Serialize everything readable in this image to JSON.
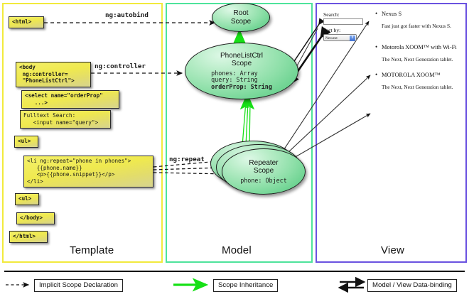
{
  "panels": [
    {
      "key": "template",
      "label": "Template",
      "border_color": "#f2ea3c"
    },
    {
      "key": "model",
      "label": "Model",
      "border_color": "#4ee39b"
    },
    {
      "key": "view",
      "label": "View",
      "border_color": "#6a52e0"
    }
  ],
  "template": {
    "boxes": [
      {
        "id": "html-open",
        "text": "<html>"
      },
      {
        "id": "body-open",
        "text": "<body\n ng:controller=\n \"PhoneListCtrl\">"
      },
      {
        "id": "select",
        "text": "<select name=\"orderProp\"\n   ...>"
      },
      {
        "id": "fulltext",
        "text": "Fulltext Search:\n   <input name=\"query\">"
      },
      {
        "id": "ul-open",
        "text": "<ul>"
      },
      {
        "id": "li-repeat",
        "text": "<li ng:repeat=\"phone in phones\">\n   {{phone.name}}\n   <p>{{phone.snippet}}</p>\n</li>"
      },
      {
        "id": "ul-close",
        "text": "<ul>"
      },
      {
        "id": "body-close",
        "text": "</body>"
      },
      {
        "id": "html-close",
        "text": "</html>"
      }
    ]
  },
  "connectors": [
    {
      "id": "autobind",
      "label": "ng:autobind"
    },
    {
      "id": "controller",
      "label": "ng:controller"
    },
    {
      "id": "repeat",
      "label": "ng:repeat"
    }
  ],
  "model": {
    "scopes": [
      {
        "id": "root-scope",
        "title_line1": "Root",
        "title_line2": "Scope",
        "props": []
      },
      {
        "id": "phonelist-scope",
        "title_line1": "PhoneListCtrl",
        "title_line2": "Scope",
        "props": [
          {
            "text": "phones: Array",
            "bold": false
          },
          {
            "text": "query: String",
            "bold": false
          },
          {
            "text": "orderProp: String",
            "bold": true
          }
        ]
      },
      {
        "id": "repeater-scope",
        "title_line1": "Repeater",
        "title_line2": "Scope",
        "props": [
          {
            "text": "phone: Object",
            "bold": false
          }
        ]
      }
    ]
  },
  "view": {
    "search_label": "Search:",
    "search_value": "",
    "sort_label": "Sort by:",
    "sort_selected": "Newest",
    "phones": [
      {
        "name": "Nexus S",
        "snippet": "Fast just got faster with Nexus S."
      },
      {
        "name": "Motorola XOOM™  with Wi-Fi",
        "snippet": "The Next, Next Generation tablet."
      },
      {
        "name": "MOTOROLA XOOM™",
        "snippet": "The Next, Next Generation tablet."
      }
    ]
  },
  "legend": [
    {
      "id": "implicit-scope-declaration",
      "label": "Implicit Scope Declaration",
      "marker": "dashed-arrow",
      "color": "#111111"
    },
    {
      "id": "scope-inheritance",
      "label": "Scope Inheritance",
      "marker": "green-arrow",
      "color": "#16e016"
    },
    {
      "id": "model-view-data-binding",
      "label": "Model / View Data-binding",
      "marker": "double-arrow",
      "color": "#111111"
    }
  ],
  "colors": {
    "template_border": "#f2ea3c",
    "model_border": "#4ee39b",
    "view_border": "#6a52e0",
    "code_box_fill": "#efe94f",
    "scope_fill": "#8ddfa8",
    "inheritance_arrow": "#16e016"
  }
}
